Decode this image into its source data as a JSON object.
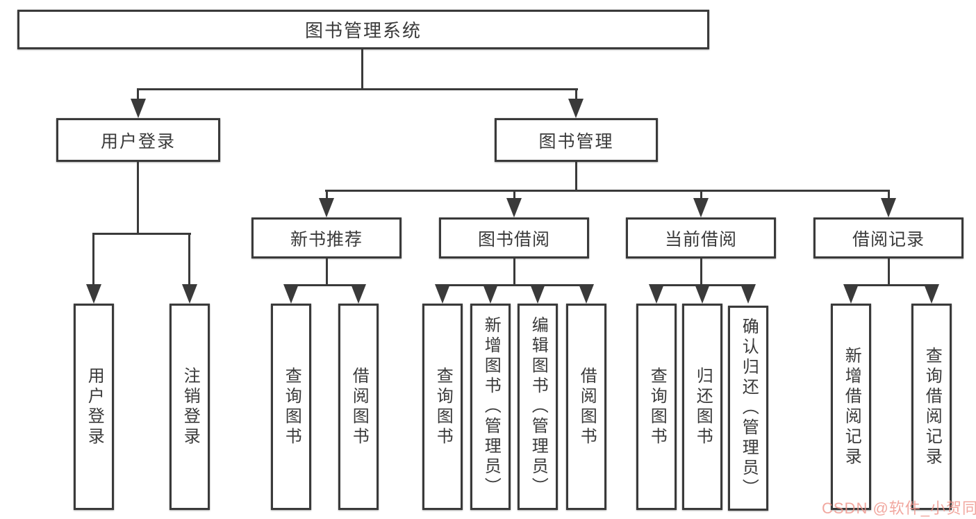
{
  "diagram": {
    "root": {
      "label": "图书管理系统"
    },
    "level2": [
      {
        "label": "用户登录"
      },
      {
        "label": "图书管理"
      }
    ],
    "level3": [
      {
        "label": "新书推荐"
      },
      {
        "label": "图书借阅"
      },
      {
        "label": "当前借阅"
      },
      {
        "label": "借阅记录"
      }
    ],
    "leaves": {
      "user_login": [
        {
          "label": "用户登录"
        },
        {
          "label": "注销登录"
        }
      ],
      "new_books": [
        {
          "label": "查询图书"
        },
        {
          "label": "借阅图书"
        }
      ],
      "book_borrow": [
        {
          "label": "查询图书"
        },
        {
          "label": "新增图书（管理员）"
        },
        {
          "label": "编辑图书（管理员）"
        },
        {
          "label": "借阅图书"
        }
      ],
      "current_borrow": [
        {
          "label": "查询图书"
        },
        {
          "label": "归还图书"
        },
        {
          "label": "确认归还（管理员）"
        }
      ],
      "borrow_records": [
        {
          "label": "新增借阅记录"
        },
        {
          "label": "查询借阅记录"
        }
      ]
    }
  },
  "watermark": {
    "text": "CSDN @软件_小贺同学",
    "color": "#EE948A"
  },
  "colors": {
    "line": "#3a3a3a",
    "text": "#3a3a3a",
    "background": "#ffffff"
  }
}
